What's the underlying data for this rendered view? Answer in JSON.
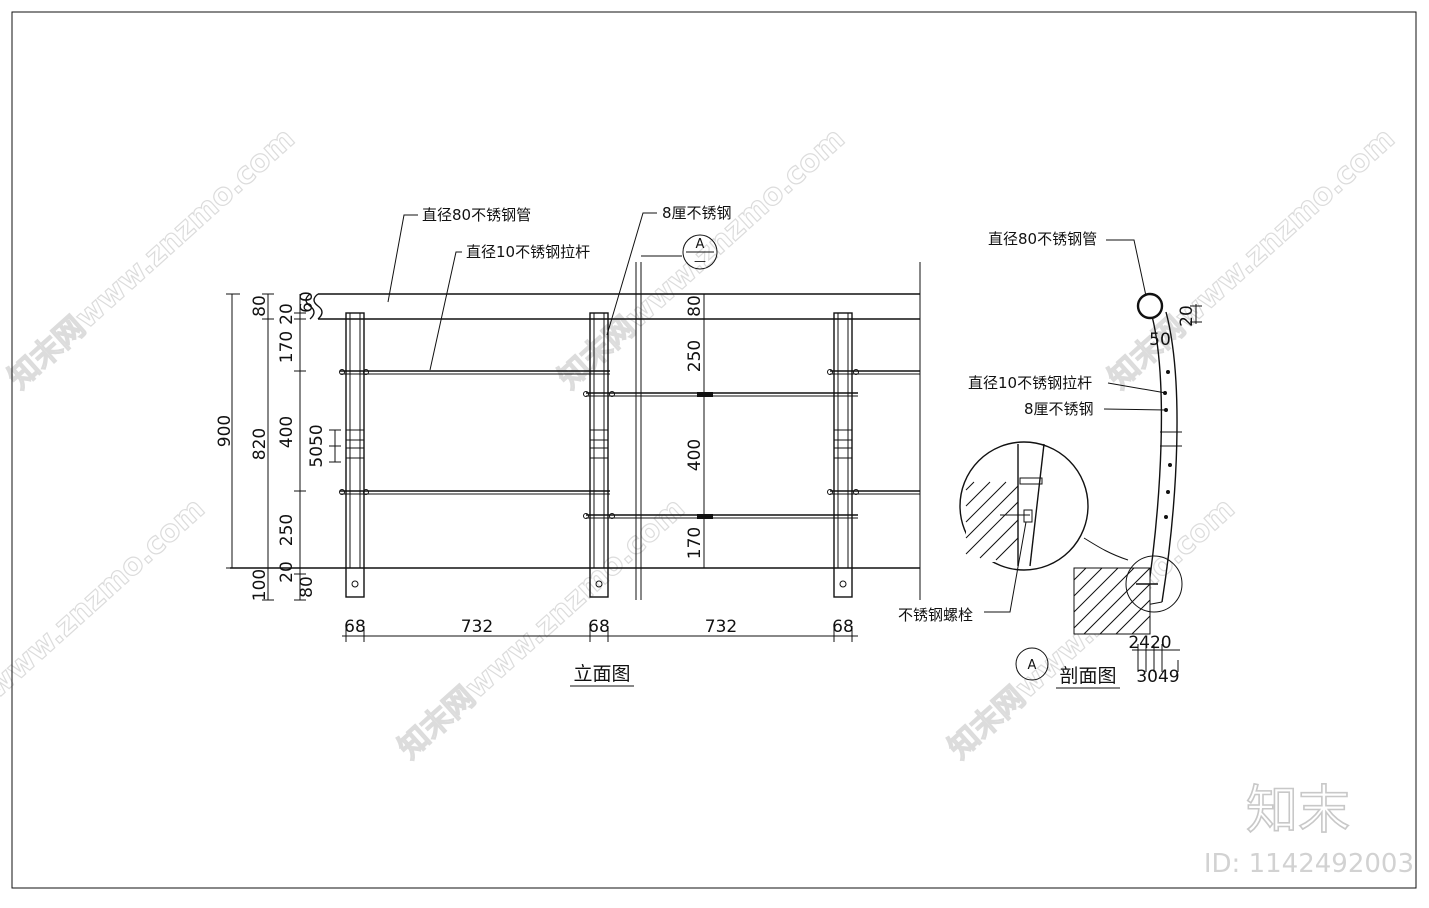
{
  "elevation": {
    "title": "立面图",
    "labels": {
      "pipe": "直径80不锈钢管",
      "rod": "直径10不锈钢拉杆",
      "plate": "8厘不锈钢"
    },
    "section_marker": {
      "letter": "A",
      "sub": "—"
    },
    "left_dims": {
      "total": "900",
      "inner": "820",
      "d80": "80",
      "d170": "170",
      "d20a": "20",
      "d60": "60",
      "d400": "400",
      "d5050": "5050",
      "d250": "250",
      "d100": "100",
      "d20b": "20",
      "d80b": "80"
    },
    "mid_dims": {
      "d80": "80",
      "d250": "250",
      "d400": "400",
      "d170": "170"
    },
    "bottom_dims": [
      "68",
      "732",
      "68",
      "732",
      "68"
    ]
  },
  "section": {
    "title": "剖面图",
    "marker": "A",
    "labels": {
      "pipe": "直径80不锈钢管",
      "rod": "直径10不锈钢拉杆",
      "plate": "8厘不锈钢",
      "bolt": "不锈钢螺栓"
    },
    "dims": {
      "d20": "20",
      "d50": "50",
      "d2420": "2420",
      "d3049": "3049"
    }
  },
  "watermark": {
    "text": "知末网www.znzmo.com",
    "brand": "知末",
    "id": "ID: 1142492003"
  }
}
